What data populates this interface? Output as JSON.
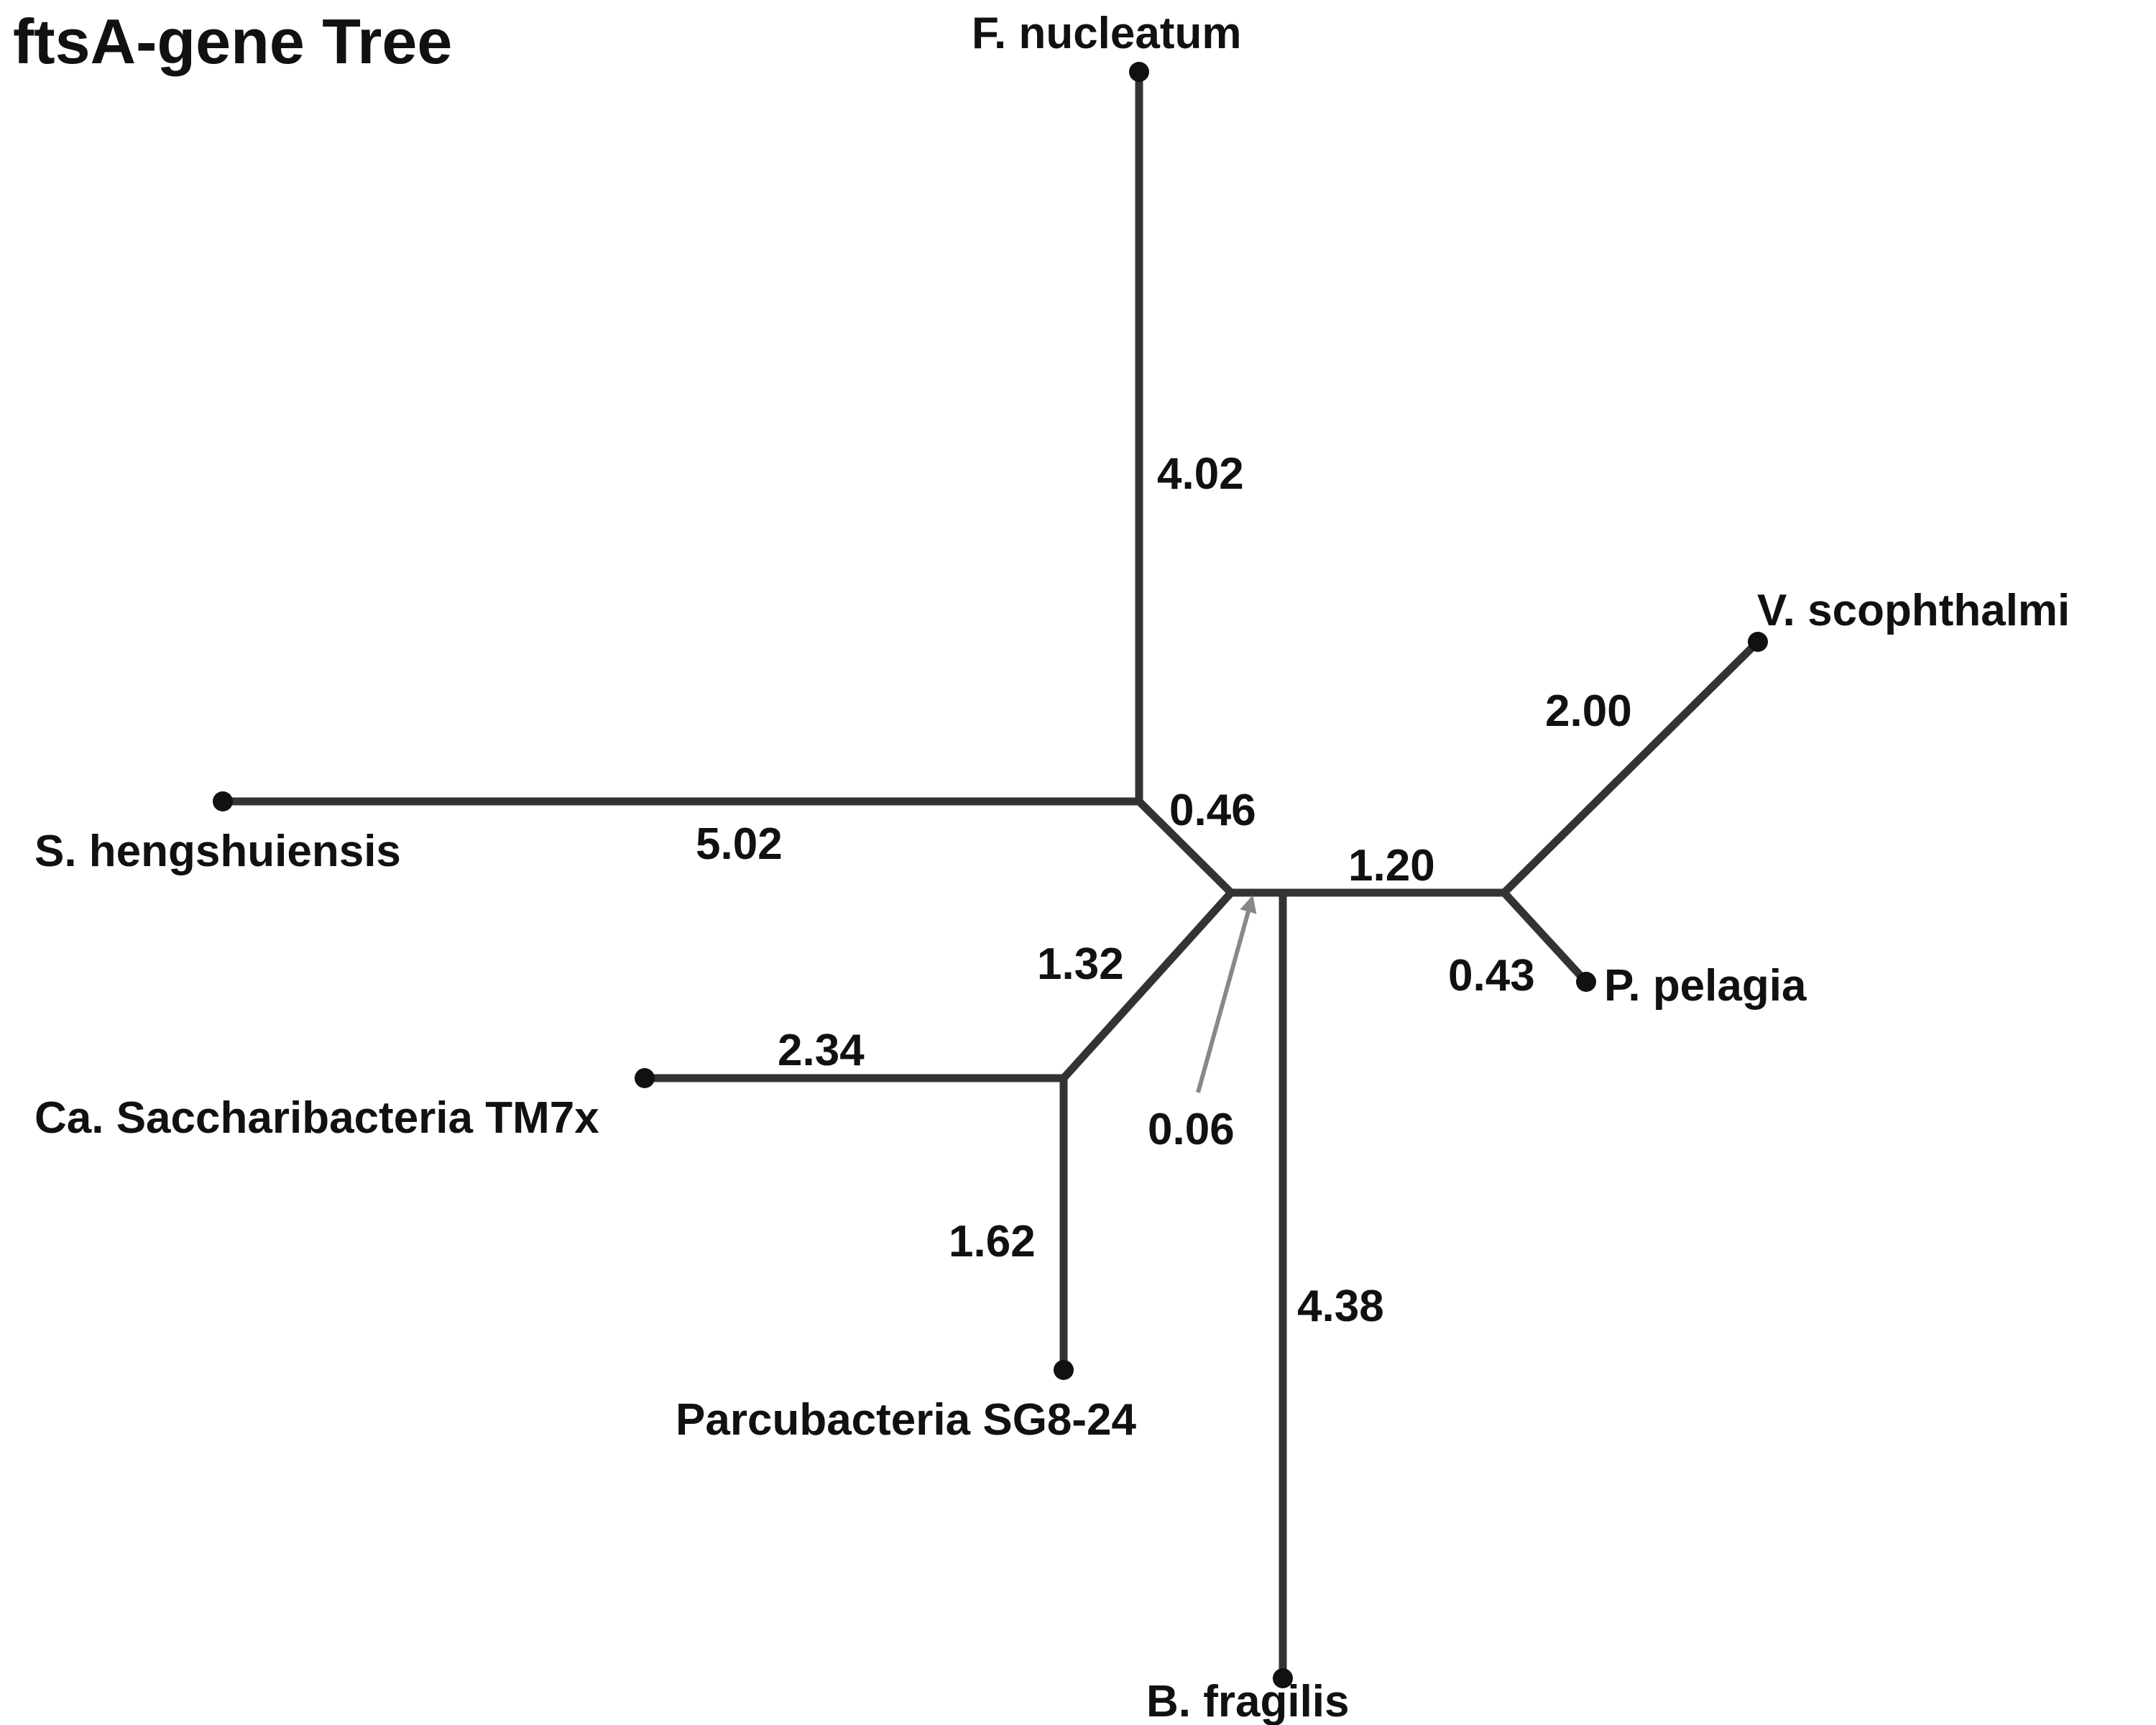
{
  "title": "ftsA-gene Tree",
  "colors": {
    "branch": "#333333",
    "text": "#111111",
    "arrow": "#888888"
  },
  "taxa": {
    "f_nucleatum": "F. nucleatum",
    "s_hengshuiensis": "S. hengshuiensis",
    "v_scophthalmi": "V. scophthalmi",
    "p_pelagia": "P. pelagia",
    "ca_saccharibacteria": "Ca. Saccharibacteria TM7x",
    "parcubacteria": "Parcubacteria SG8-24",
    "b_fragilis": "B. fragilis"
  },
  "branch_lengths": {
    "f_nucleatum": "4.02",
    "s_hengshuiensis": "5.02",
    "internal_upper": "0.46",
    "internal_right": "1.20",
    "v_scophthalmi": "2.00",
    "p_pelagia": "0.43",
    "internal_lower": "1.32",
    "ca_saccharibacteria": "2.34",
    "parcubacteria": "1.62",
    "internal_short": "0.06",
    "b_fragilis": "4.38"
  }
}
